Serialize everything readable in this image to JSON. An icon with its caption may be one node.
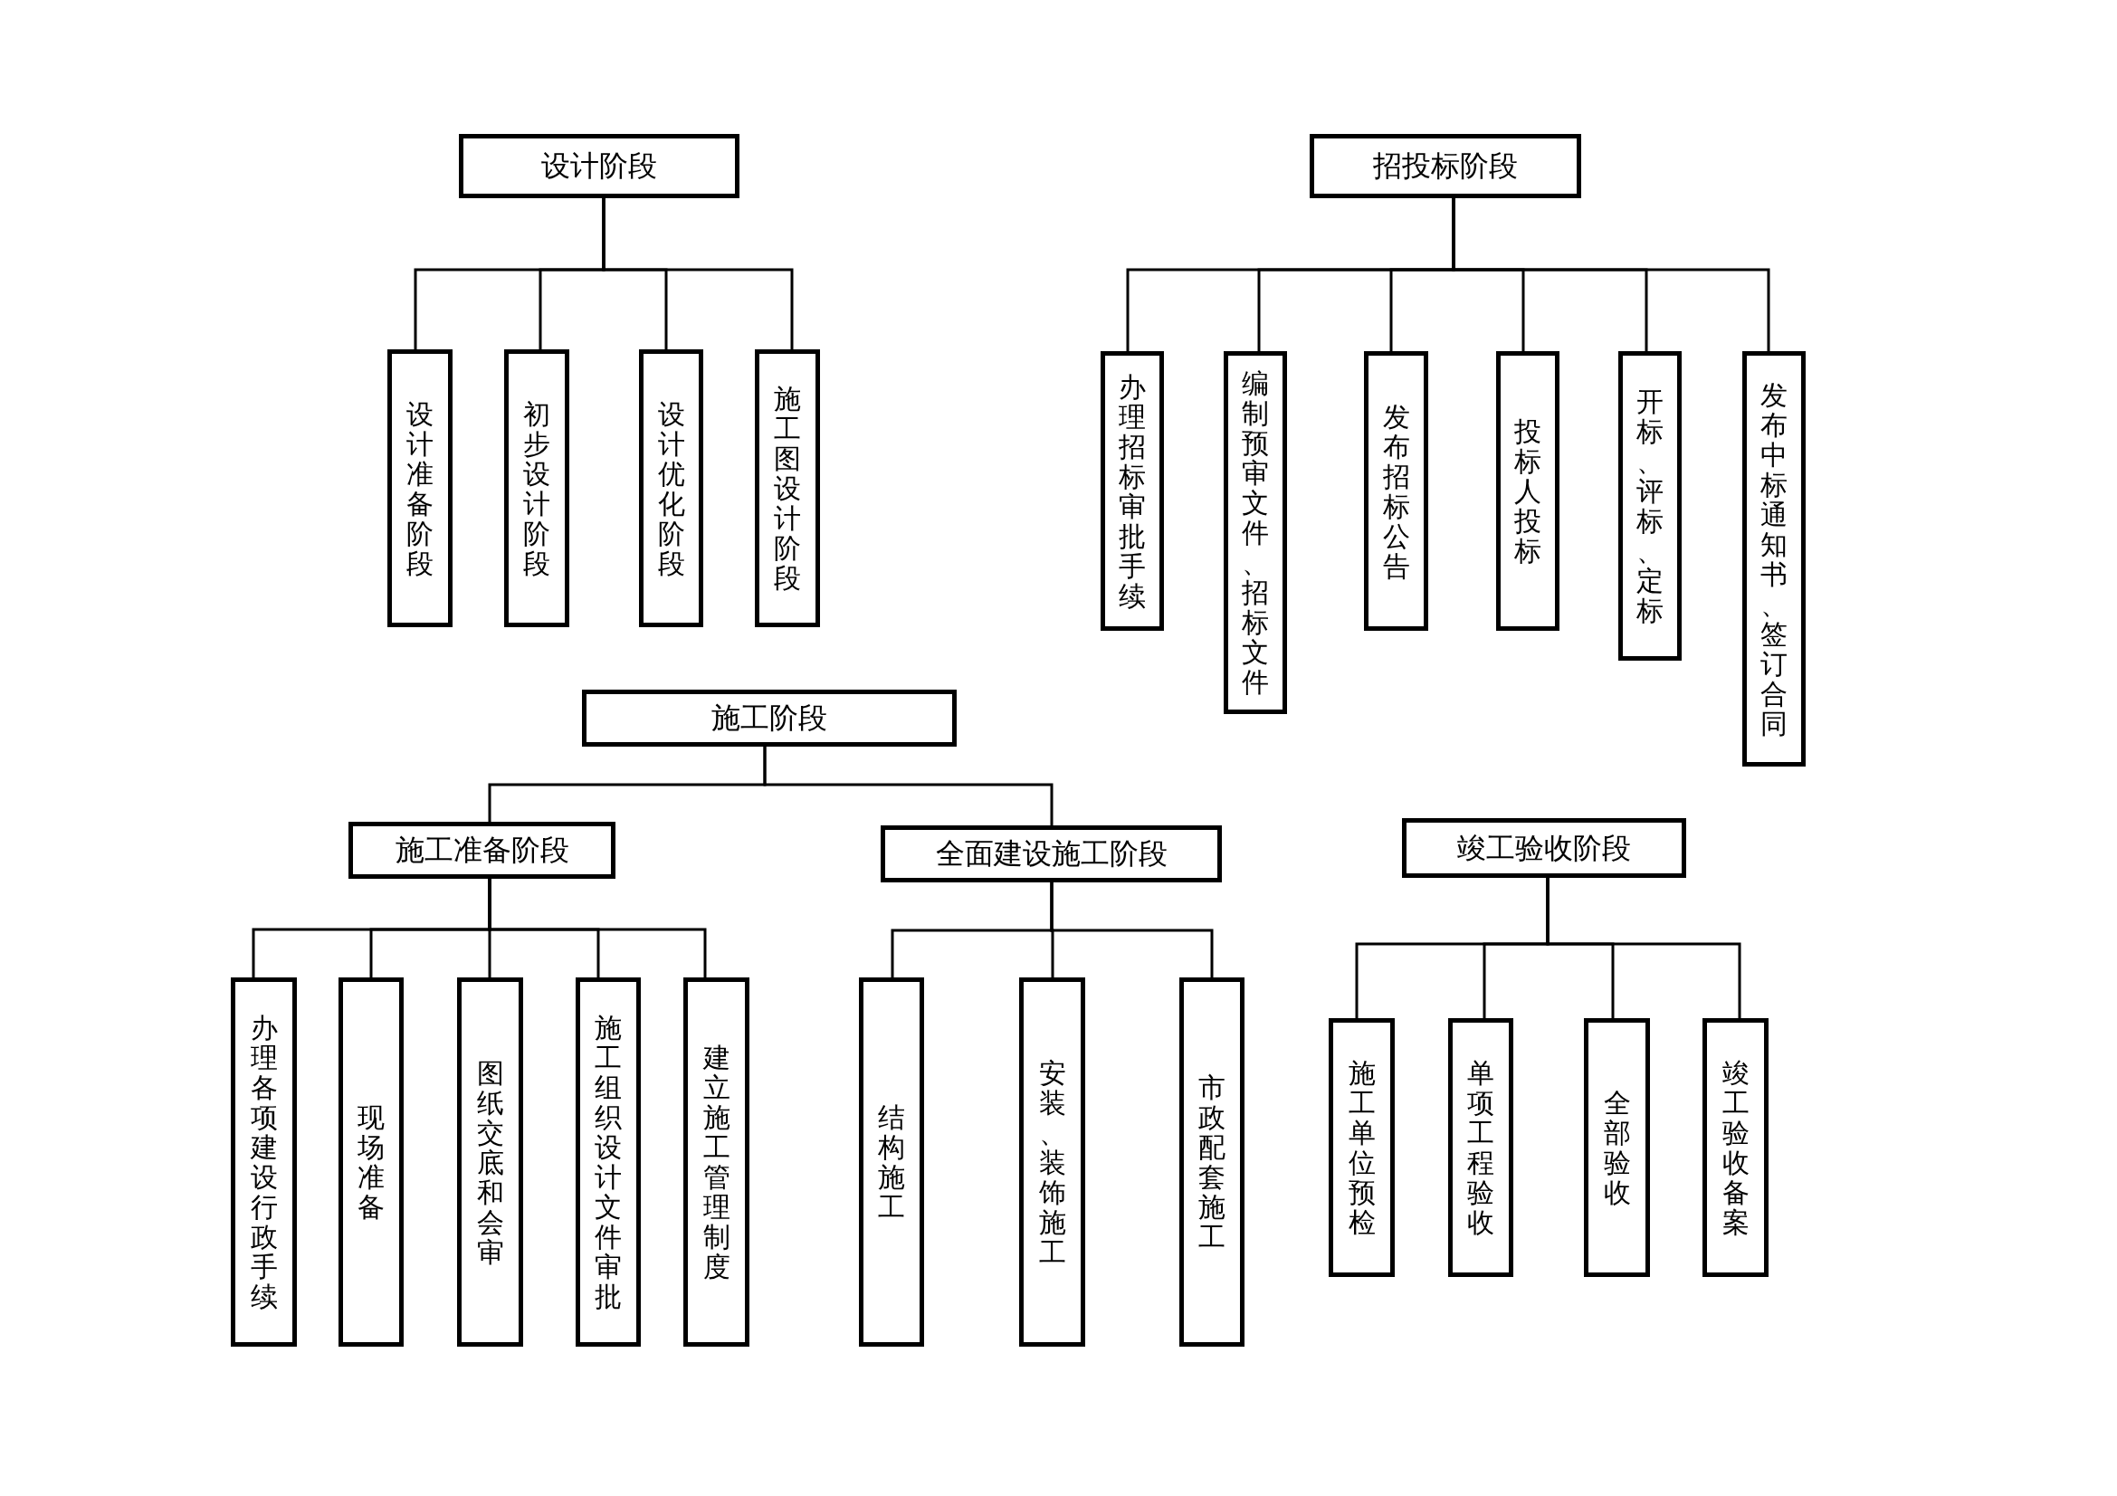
{
  "diagram": {
    "nodes": [
      {
        "text": [
          "设计阶段"
        ]
      },
      {
        "text": [
          "设计准备阶段"
        ]
      },
      {
        "text": [
          "初步设计阶段"
        ]
      },
      {
        "text": [
          "设计优化阶段"
        ]
      },
      {
        "text": [
          "施工图设计阶段"
        ]
      },
      {
        "text": [
          "招投标阶段"
        ]
      },
      {
        "text": [
          "办理招标审批手续"
        ]
      },
      {
        "text": [
          "编制预审文件、招标文件"
        ]
      },
      {
        "text": [
          "发布招标公告"
        ]
      },
      {
        "text": [
          "投标人投标"
        ]
      },
      {
        "text": [
          "开标、评标、定标"
        ]
      },
      {
        "text": [
          "发布中标通知书、签订合同"
        ]
      },
      {
        "text": [
          "施工阶段"
        ]
      },
      {
        "text": [
          "施工准备阶段"
        ]
      },
      {
        "text": [
          "全面建设施工阶段"
        ]
      },
      {
        "text": [
          "竣工验收阶段"
        ]
      },
      {
        "text": [
          "办理各项建设行政手续"
        ]
      },
      {
        "text": [
          "现场准备"
        ]
      },
      {
        "text": [
          "图纸交底和会审"
        ]
      },
      {
        "text": [
          "施工组织设计文件审批"
        ]
      },
      {
        "text": [
          "建立施工管理制度"
        ]
      },
      {
        "text": [
          "结构施工"
        ]
      },
      {
        "text": [
          "安装、装饰施工"
        ]
      },
      {
        "text": [
          "市政配套施工"
        ]
      },
      {
        "text": [
          "施工单位预检"
        ]
      },
      {
        "text": [
          "单项工程验收"
        ]
      },
      {
        "text": [
          "全部验收"
        ]
      },
      {
        "text": [
          "竣工验收备案"
        ]
      }
    ],
    "edges": [
      {
        "from": 0,
        "to": 1,
        "arrow": "none"
      },
      {
        "from": 0,
        "to": 2,
        "arrow": "none"
      },
      {
        "from": 0,
        "to": 3,
        "arrow": "none"
      },
      {
        "from": 0,
        "to": 4,
        "arrow": "none"
      },
      {
        "from": 5,
        "to": 6,
        "arrow": "none"
      },
      {
        "from": 5,
        "to": 7,
        "arrow": "none"
      },
      {
        "from": 5,
        "to": 8,
        "arrow": "none"
      },
      {
        "from": 5,
        "to": 9,
        "arrow": "none"
      },
      {
        "from": 5,
        "to": 10,
        "arrow": "none"
      },
      {
        "from": 5,
        "to": 11,
        "arrow": "none"
      },
      {
        "from": 12,
        "to": 13,
        "arrow": "none"
      },
      {
        "from": 12,
        "to": 14,
        "arrow": "none"
      },
      {
        "from": 13,
        "to": 16,
        "arrow": "none"
      },
      {
        "from": 13,
        "to": 17,
        "arrow": "none"
      },
      {
        "from": 13,
        "to": 18,
        "arrow": "none"
      },
      {
        "from": 13,
        "to": 19,
        "arrow": "none"
      },
      {
        "from": 13,
        "to": 20,
        "arrow": "none"
      },
      {
        "from": 14,
        "to": 21,
        "arrow": "none"
      },
      {
        "from": 14,
        "to": 22,
        "arrow": "none"
      },
      {
        "from": 14,
        "to": 23,
        "arrow": "none"
      },
      {
        "from": 15,
        "to": 24,
        "arrow": "none"
      },
      {
        "from": 15,
        "to": 25,
        "arrow": "none"
      },
      {
        "from": 15,
        "to": 26,
        "arrow": "none"
      },
      {
        "from": 15,
        "to": 27,
        "arrow": "none"
      }
    ]
  }
}
